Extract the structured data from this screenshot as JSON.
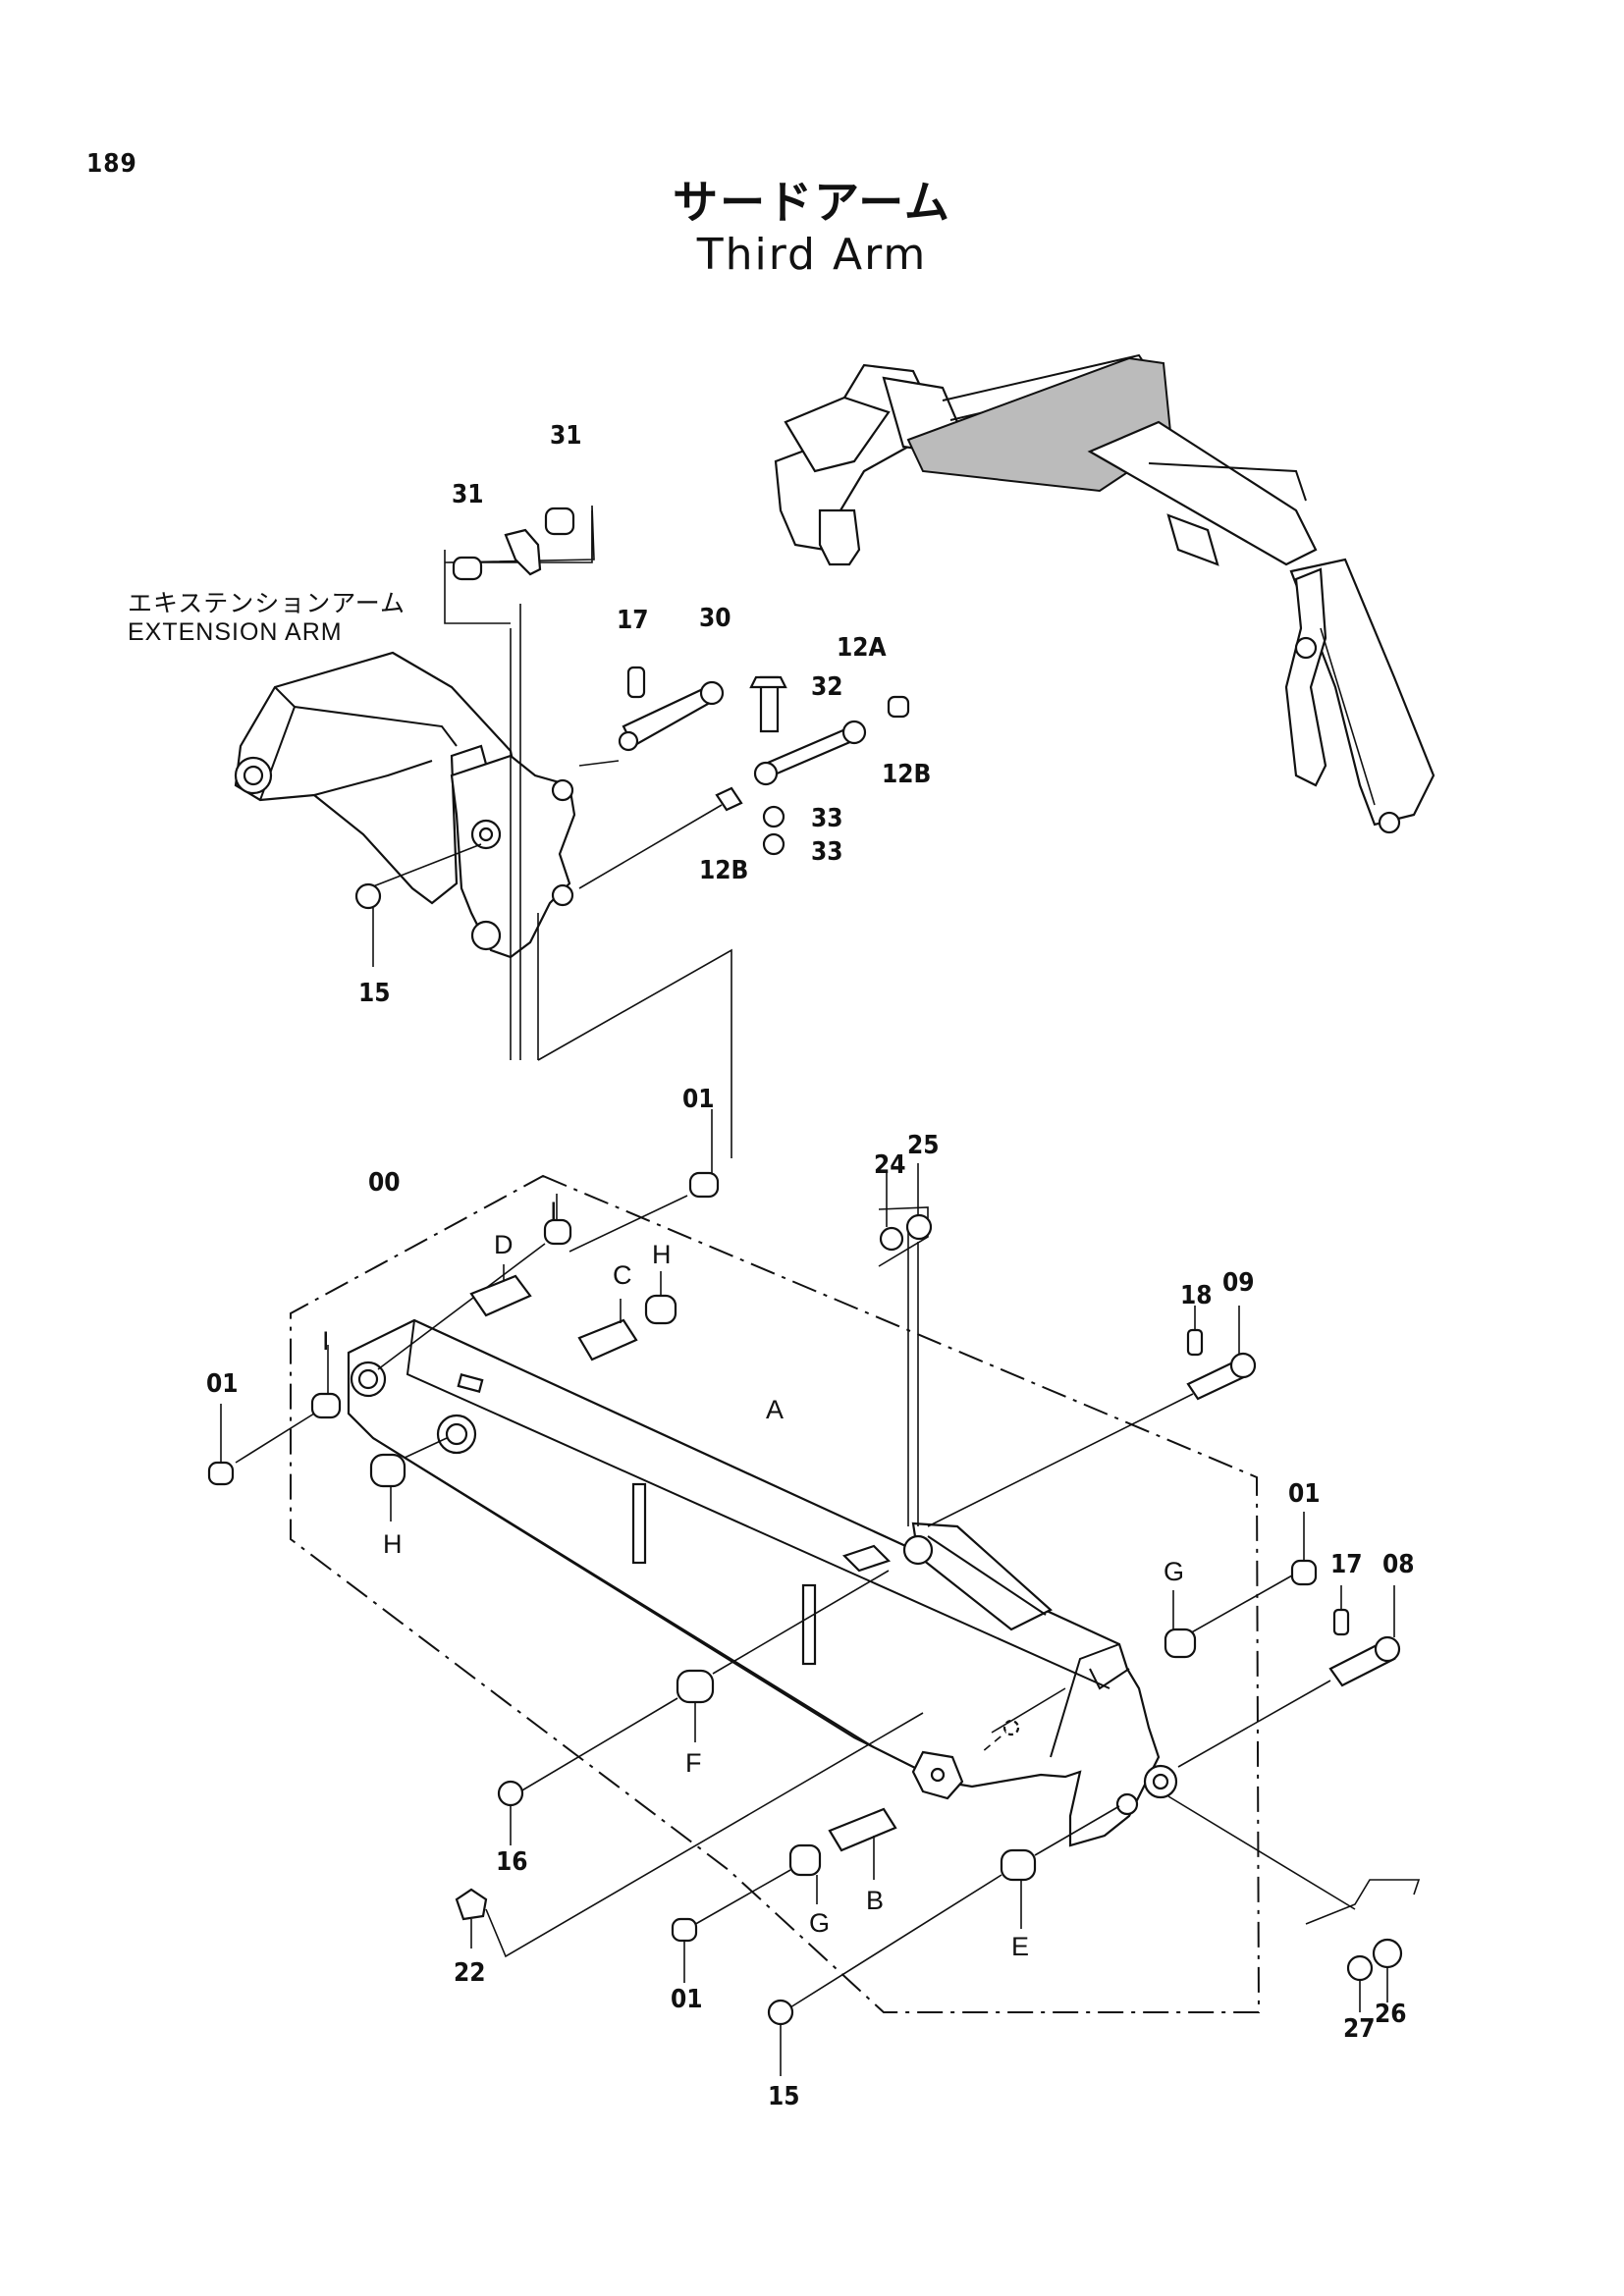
{
  "page_number": "189",
  "title_jp": "サードアーム",
  "title_en": "Third Arm",
  "extension_arm": {
    "label_jp": "エキステンションアーム",
    "label_en": "EXTENSION ARM"
  },
  "callouts": {
    "c31a": "31",
    "c31b": "31",
    "c17a": "17",
    "c30": "30",
    "c12A": "12A",
    "c32": "32",
    "c12B_right": "12B",
    "c12B_left": "12B",
    "c33a": "33",
    "c33b": "33",
    "c15_top": "15",
    "c01_top": "01",
    "c00": "00",
    "c24": "24",
    "c25": "25",
    "c18": "18",
    "c09": "09",
    "c01_left": "01",
    "c01_right": "01",
    "c17b": "17",
    "c08": "08",
    "c16": "16",
    "c22": "22",
    "c01_bottom": "01",
    "c15_bottom": "15",
    "c27": "27",
    "c26": "26"
  },
  "letters": {
    "D": "D",
    "I_top": "I",
    "C": "C",
    "H_top": "H",
    "I_left": "I",
    "A": "A",
    "H_bottom": "H",
    "G_right": "G",
    "F": "F",
    "G_bottom": "G",
    "B": "B",
    "E": "E"
  }
}
